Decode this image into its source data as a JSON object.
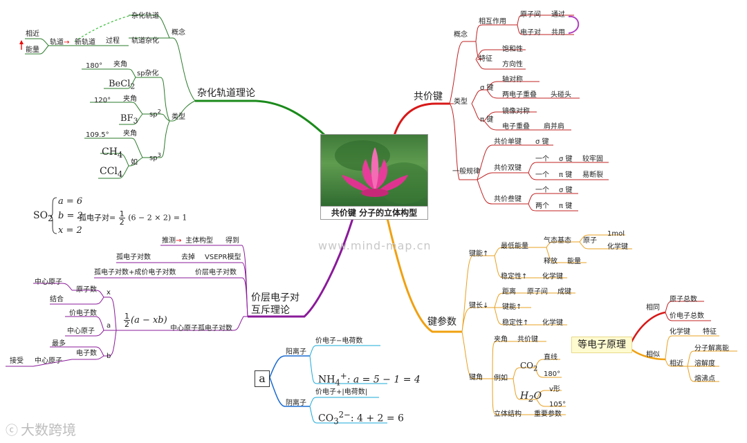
{
  "central": {
    "title": "共价键  分子的立体构型"
  },
  "watermark": "www.mind-map.cn",
  "logo": "大数跨境",
  "box_a": "a",
  "hybrid": {
    "branch": "杂化轨道理论",
    "concept": "概念",
    "hybrid_orbital": "杂化轨道",
    "new_orbital": "新轨道",
    "orbital": "轨道",
    "process": "过程",
    "orbital_hybrid": "轨道杂化",
    "similar": "相近",
    "energy": "能量",
    "type": "类型",
    "sp": "sp杂化",
    "sp2": "sp",
    "sp2_sup": "2",
    "sp3": "sp",
    "sp3_sup": "3",
    "angle": "夹角",
    "a180": "180°",
    "a120": "120°",
    "a1095": "109.5°",
    "becl2": "BeCl",
    "becl2_sub": "2",
    "bf3": "BF",
    "bf3_sub": "3",
    "ch4": "CH",
    "ch4_sub": "4",
    "ccl4": "CCl",
    "ccl4_sub": "4",
    "such_as": "如"
  },
  "so2": {
    "formula": "SO",
    "formula_sub": "2",
    "a_eq": "a = 6",
    "b_eq": "b = 2",
    "x_eq": "x = 2",
    "lone_pair": "孤电子对=",
    "frac_num": "1",
    "frac_den": "2",
    "expr": "(6 − 2 × 2) = 1"
  },
  "vsepr": {
    "branch": "价层电子对互斥理论",
    "deduce": "推测",
    "main_config": "主体构型",
    "get": "得到",
    "lone_pairs": "孤电子对数",
    "remove": "去掉",
    "vsepr_model": "VSEPR模型",
    "lone_plus_bond": "孤电子对数+成价电子对数",
    "valence_pairs": "价层电子对数",
    "center_lone": "中心原子孤电子对数",
    "center_atom": "中心原子",
    "atom_count": "原子数",
    "bind": "结合",
    "x": "x",
    "a": "a",
    "b": "b",
    "valence_e": "价电子数",
    "center_atom2": "中心原子",
    "most": "最多",
    "electron_count": "电子数",
    "accept": "接受",
    "center_atom3": "中心原子",
    "formula_num": "1",
    "formula_den": "2",
    "formula_expr": "(a − xb)"
  },
  "ions": {
    "cation": "阳离子",
    "cation_rule": "价电子−电荷数",
    "nh4": "NH",
    "nh4_sub": "4",
    "nh4_sup": "+",
    "nh4_expr": ": a = 5 − 1 = 4",
    "anion": "阴离子",
    "anion_rule": "价电子+|电荷数|",
    "co3": "CO",
    "co3_sub": "3",
    "co3_sup": "2−",
    "co3_expr": ": 4 + 2 = 6"
  },
  "covalent": {
    "branch": "共价键",
    "concept": "概念",
    "interaction": "相互作用",
    "between_atoms": "原子间",
    "through": "通过",
    "electron_pair": "电子对",
    "shared": "共用",
    "feature": "特征",
    "saturation": "饱和性",
    "direction": "方向性",
    "type": "类型",
    "sigma": "σ 键",
    "axial": "轴对称",
    "two_overlap": "两电子重叠",
    "head_to_head": "头碰头",
    "pi": "π 键",
    "mirror": "镜像对称",
    "e_overlap": "电子重叠",
    "side_by_side": "肩并肩",
    "rule": "一般规律",
    "single": "共价单键",
    "single_sigma": "σ 键",
    "double": "共价双键",
    "one_a": "一个",
    "d_sigma": "σ 键",
    "stable": "较牢固",
    "one_b": "一个",
    "d_pi": "π 键",
    "easy_break": "易断裂",
    "triple": "共价叁键",
    "one_c": "一个",
    "t_sigma": "σ 键",
    "two": "两个",
    "t_pi": "π 键"
  },
  "params": {
    "branch": "键参数",
    "energy": "键能↑",
    "lowest": "最低能量",
    "gas_ground": "气态基态",
    "atom": "原子",
    "one_mol": "1mol",
    "chem_bond": "化学键",
    "release": "释放",
    "energy_word": "能量",
    "stability1": "稳定性↑",
    "chem_bond2": "化学键",
    "length": "键长↓",
    "distance": "距离",
    "between_atoms": "原子间",
    "form_bond": "成键",
    "energy_up": "键能↑",
    "stability2": "稳定性↑",
    "chem_bond3": "化学键",
    "angle": "键角",
    "angle_word": "夹角",
    "covalent_bond": "共价键",
    "example": "例如",
    "co2": "CO",
    "co2_sub": "2",
    "linear": "直线",
    "a180": "180°",
    "h2o_h": "H",
    "h2o_sub": "2",
    "h2o_o": "O",
    "vshape": "v形",
    "a105": "105°",
    "stereo": "立体结构",
    "important": "重要参数"
  },
  "isoelectronic": {
    "branch": "等电子原理",
    "same": "相同",
    "total_atoms": "原子总数",
    "total_valence": "价电子总数",
    "similar": "相似",
    "chem_bond": "化学键",
    "feature": "特征",
    "similar2": "相近",
    "dissociation": "分子解离能",
    "solubility": "溶解度",
    "melting": "熔沸点"
  }
}
